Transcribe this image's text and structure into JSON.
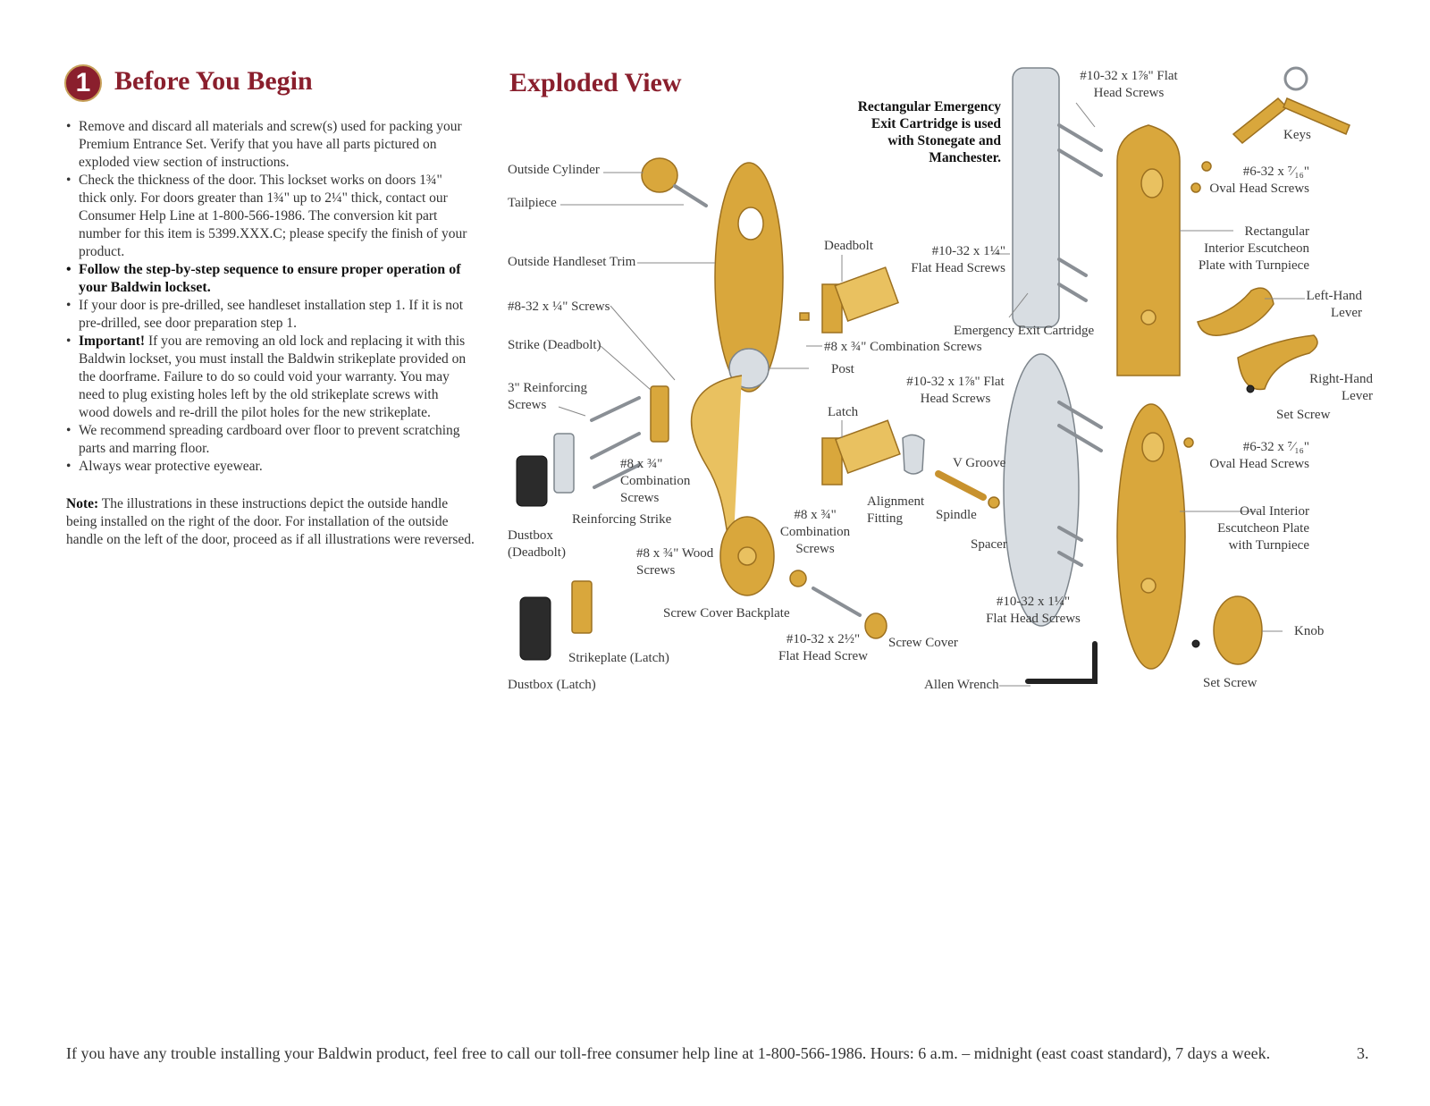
{
  "left_section": {
    "step_number": "1",
    "title": "Before You Begin",
    "bullets": [
      {
        "text": "Remove and discard all materials and screw(s) used for packing your Premium Entrance Set. Verify that you have all parts pictured on exploded view section of instructions."
      },
      {
        "text": "Check the thickness of the door. This lockset works on doors 1¾\" thick only. For doors greater than 1¾\" up to 2¼\" thick, contact our Consumer Help Line at 1-800-566-1986. The conversion kit part number for this item is 5399.XXX.C; please specify the finish of your product."
      },
      {
        "text": "Follow the step-by-step sequence to ensure proper operation of your Baldwin lockset."
      },
      {
        "text": "If your door is pre-drilled, see handleset installation step 1. If it is not pre-drilled, see door preparation step 1."
      },
      {
        "lead": "Important!",
        "text": " If you are removing an old lock and replacing it with this Baldwin lockset, you must install the Baldwin strikeplate provided on the doorframe. Failure to do so could void your warranty. You may need to plug existing holes left by the old strikeplate screws with wood dowels and re-drill the pilot holes for the new strikeplate."
      },
      {
        "text": "We recommend spreading cardboard over floor to prevent scratching parts and marring floor."
      },
      {
        "text": "Always wear protective eyewear."
      }
    ],
    "note_lead": "Note:",
    "note_text": " The illustrations in these instructions depict the outside handle being installed on the right of the door. For installation of the outside handle on the left of the door, proceed as if all illustrations were reversed."
  },
  "exploded_view": {
    "title": "Exploded View",
    "callout": "Rectangular Emergency\nExit Cartridge is used\nwith Stonegate and\nManchester.",
    "labels": {
      "outside_cylinder": "Outside Cylinder",
      "tailpiece": "Tailpiece",
      "outside_handleset_trim": "Outside Handleset Trim",
      "screws_8_32": "#8-32 x ¼\" Screws",
      "strike_deadbolt": "Strike (Deadbolt)",
      "reinforcing_screws": "3\" Reinforcing\nScrews",
      "combination_screws_left": "#8 x ¾\"\nCombination\nScrews",
      "reinforcing_strike": "Reinforcing Strike",
      "dustbox_deadbolt": "Dustbox\n(Deadbolt)",
      "wood_screws": "#8 x ¾\" Wood\nScrews",
      "screw_cover_backplate": "Screw Cover Backplate",
      "strikeplate_latch": "Strikeplate (Latch)",
      "dustbox_latch": "Dustbox (Latch)",
      "deadbolt": "Deadbolt",
      "combination_screws_mid": "#8 x ¾\" Combination Screws",
      "post": "Post",
      "latch": "Latch",
      "combination_screws_low": "#8 x ¾\"\nCombination\nScrews",
      "alignment_fitting": "Alignment\nFitting",
      "spindle": "Spindle",
      "v_groove": "V Groove",
      "spacer": "Spacer",
      "flat_head_screw_2_5": "#10-32 x 2½\"\nFlat Head Screw",
      "screw_cover": "Screw Cover",
      "allen_wrench": "Allen Wrench",
      "flat_head_1_7_8_top": "#10-32 x 1⅞\" Flat\nHead Screws",
      "flat_head_1_25_top": "#10-32 x 1¼\"\nFlat Head Screws",
      "emergency_exit_cartridge": "Emergency Exit Cartridge",
      "flat_head_1_7_8_mid": "#10-32 x 1⅞\" Flat\nHead Screws",
      "flat_head_1_25_bottom": "#10-32 x 1¼\"\nFlat Head Screws",
      "keys": "Keys",
      "oval_head_top": "#6-32 x ⁷⁄₁₆\"\nOval Head Screws",
      "rect_escutcheon": "Rectangular\nInterior Escutcheon\nPlate with Turnpiece",
      "left_hand_lever": "Left-Hand\nLever",
      "right_hand_lever": "Right-Hand\nLever",
      "set_screw_top": "Set Screw",
      "oval_head_mid": "#6-32 x ⁷⁄₁₆\"\nOval Head Screws",
      "oval_escutcheon": "Oval Interior\nEscutcheon Plate\nwith Turnpiece",
      "knob": "Knob",
      "set_screw_bottom": "Set Screw"
    }
  },
  "footer": {
    "text": "If you have any trouble installing your Baldwin product, feel free to call our toll-free consumer help line at 1-800-566-1986. Hours: 6 a.m. – midnight (east coast standard), 7 days a week.",
    "page_number": "3."
  },
  "colors": {
    "heading": "#8a1f2d",
    "brass": "#d9a73c",
    "steel": "#d8dde2"
  }
}
